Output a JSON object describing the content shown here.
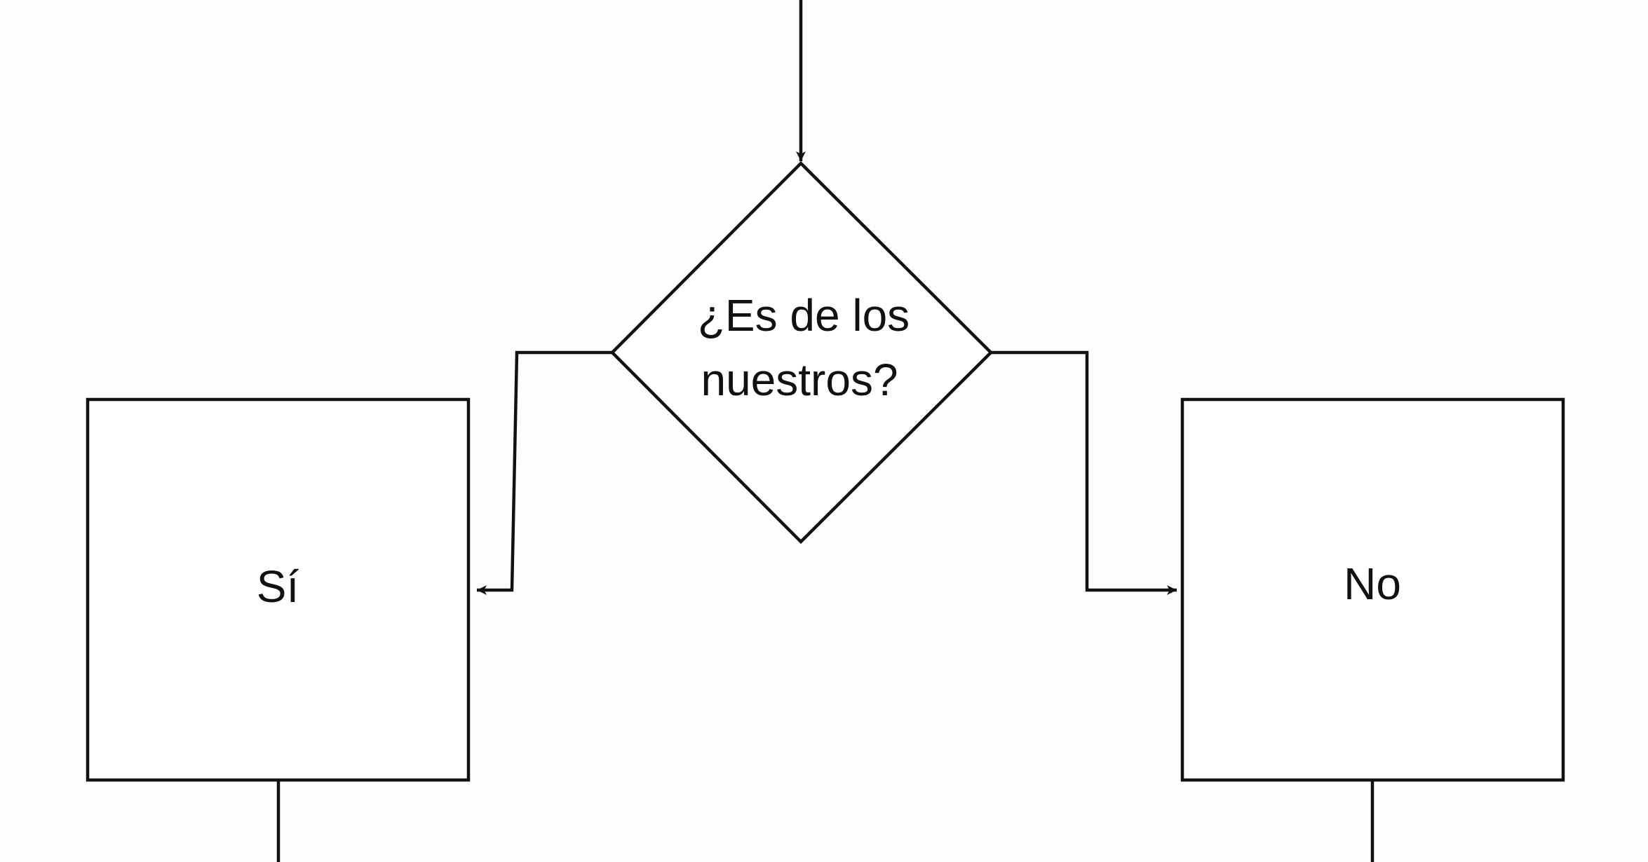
{
  "diagram": {
    "type": "flowchart",
    "nodes": [
      {
        "id": "decision",
        "shape": "diamond",
        "lines": [
          "¿Es de los",
          "nuestros?"
        ]
      },
      {
        "id": "yes",
        "shape": "rectangle",
        "label": "Sí"
      },
      {
        "id": "no",
        "shape": "rectangle",
        "label": "No"
      }
    ],
    "edges": [
      {
        "from": "",
        "to": "decision"
      },
      {
        "from": "decision",
        "to": "yes"
      },
      {
        "from": "decision",
        "to": "no"
      },
      {
        "from": "yes",
        "to": ""
      },
      {
        "from": "no",
        "to": ""
      }
    ],
    "colors": {
      "stroke": "#111111",
      "fill": "#ffffff",
      "background": "#fdfdfd",
      "text": "#111111"
    }
  }
}
